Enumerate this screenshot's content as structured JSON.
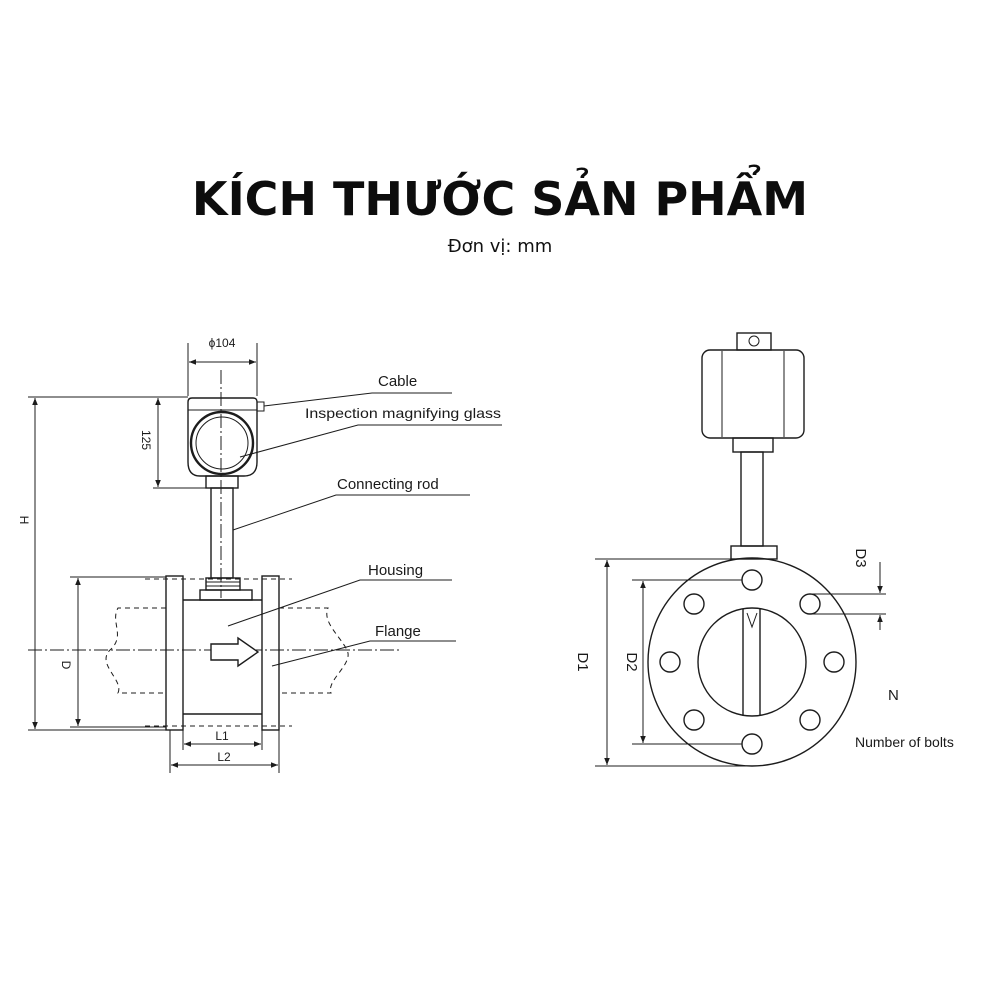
{
  "header": {
    "title": "KÍCH THƯỚC SẢN PHẨM",
    "unit": "Đơn vị: mm"
  },
  "side_view": {
    "dim_head_diameter": "ϕ104",
    "dim_head_height": "125",
    "dim_total_height": "H",
    "dim_diameter": "D",
    "dim_l1": "L1",
    "dim_l2": "L2",
    "labels": {
      "cable": "Cable",
      "inspection_glass": "Inspection magnifying glass",
      "connecting_rod": "Connecting rod",
      "housing": "Housing",
      "flange": "Flange"
    }
  },
  "front_view": {
    "dim_d3": "D3",
    "dim_d1": "D1",
    "dim_d2": "D2",
    "bolt_count_symbol": "N",
    "bolt_count_label": "Number of bolts"
  }
}
